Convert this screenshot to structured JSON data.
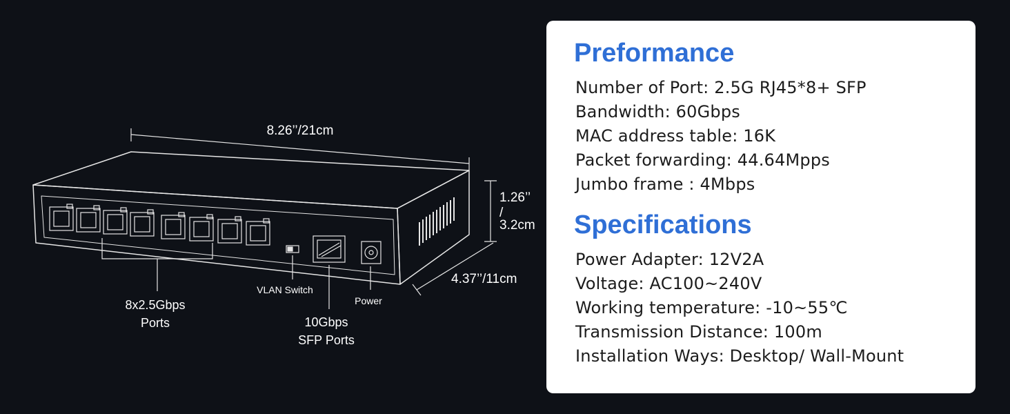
{
  "diagram": {
    "width_label": "8.26’’/21cm",
    "height_label_1": "1.26’’",
    "height_label_2": "/",
    "height_label_3": "3.2cm",
    "depth_label": "4.37’’/11cm",
    "ports_label_1": "8x2.5Gbps",
    "ports_label_2": "Ports",
    "vlan_label": "VLAN Switch",
    "sfp_label_1": "10Gbps",
    "sfp_label_2": "SFP Ports",
    "power_label": "Power",
    "colors": {
      "line": "#e6e6e6",
      "background": "#0e1117"
    }
  },
  "card": {
    "performance_title": "Preformance",
    "performance_items": [
      "Number of Port: 2.5G RJ45*8+ SFP",
      "Bandwidth: 60Gbps",
      "MAC address table: 16K",
      "Packet forwarding: 44.64Mpps",
      "Jumbo frame : 4Mbps"
    ],
    "specifications_title": "Specifications",
    "specifications_items": [
      "Power Adapter: 12V2A",
      "Voltage: AC100~240V",
      "Working temperature: -10~55℃",
      "Transmission Distance: 100m",
      "Installation Ways: Desktop/ Wall-Mount"
    ],
    "colors": {
      "heading": "#2f6fd6",
      "text": "#1c1c1c",
      "background": "#ffffff"
    }
  }
}
